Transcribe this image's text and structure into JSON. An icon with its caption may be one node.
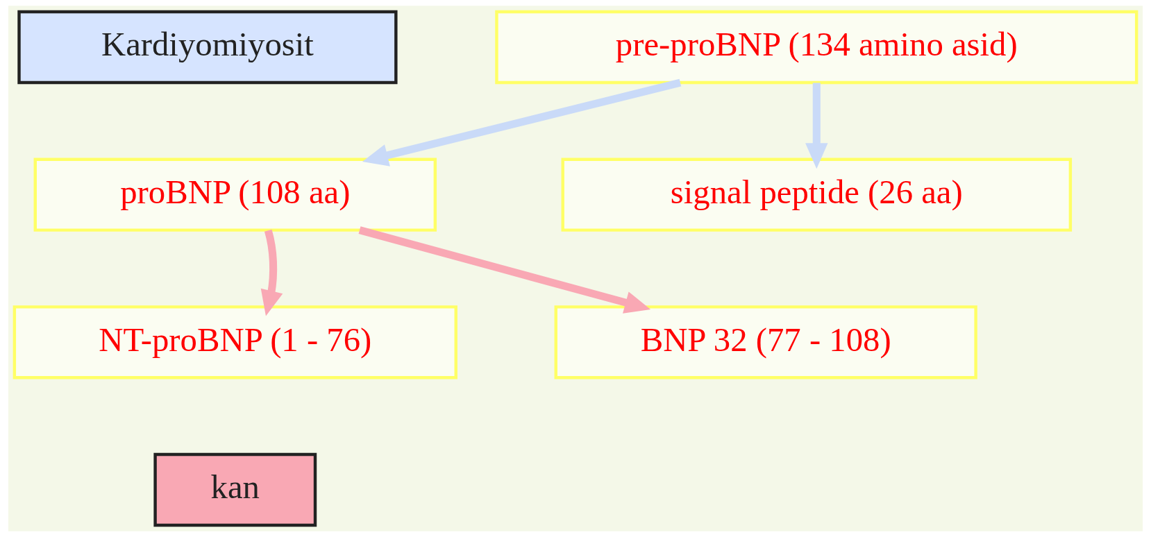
{
  "diagram": {
    "nodes": [
      {
        "text": [
          "Kardiyomiyosit"
        ]
      },
      {
        "text": [
          "pre-proBNP (134 amino asid)"
        ]
      },
      {
        "text": [
          "proBNP (108 aa)"
        ]
      },
      {
        "text": [
          "signal peptide (26 aa)"
        ]
      },
      {
        "text": [
          "NT-proBNP (1 - 76)"
        ]
      },
      {
        "text": [
          "BNP 32 (77 - 108)"
        ]
      },
      {
        "text": [
          "kan"
        ]
      }
    ],
    "edges": [
      {
        "from": 1,
        "to": 2,
        "arrow": "to",
        "color": "#c9daf8"
      },
      {
        "from": 1,
        "to": 3,
        "arrow": "to",
        "color": "#c9daf8"
      },
      {
        "from": 2,
        "to": 4,
        "arrow": "to",
        "color": "#f9a8b4"
      },
      {
        "from": 2,
        "to": 5,
        "arrow": "to",
        "color": "#f9a8b4"
      }
    ]
  }
}
